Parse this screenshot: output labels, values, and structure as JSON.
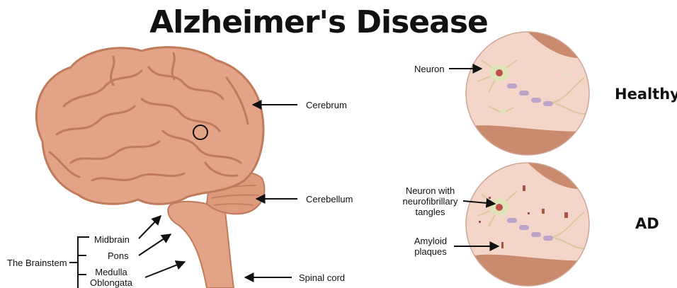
{
  "title": "Alzheimer's Disease",
  "labels": {
    "cerebrum": "Cerebrum",
    "cerebellum": "Cerebellum",
    "spinal_cord": "Spinal cord",
    "brainstem": "The Brainstem",
    "midbrain": "Midbrain",
    "pons": "Pons",
    "medulla_line1": "Medulla",
    "medulla_line2": "Oblongata",
    "neuron": "Neuron",
    "neuron_tangles_line1": "Neuron with",
    "neuron_tangles_line2": "neurofibrillary",
    "neuron_tangles_line3": "tangles",
    "amyloid_line1": "Amyloid",
    "amyloid_line2": "plaques"
  },
  "states": {
    "healthy": "Healthy",
    "ad": "AD"
  },
  "colors": {
    "brain_fill": "#e3a386",
    "brain_outline": "#c07a5c",
    "circle_bg": "#f3d6c9",
    "circle_dark": "#c98a6e",
    "neuron_body": "#dfe3b8",
    "axon_segment": "#b9a6c9",
    "nucleus": "#c0504d",
    "plaque": "#a6533f"
  }
}
